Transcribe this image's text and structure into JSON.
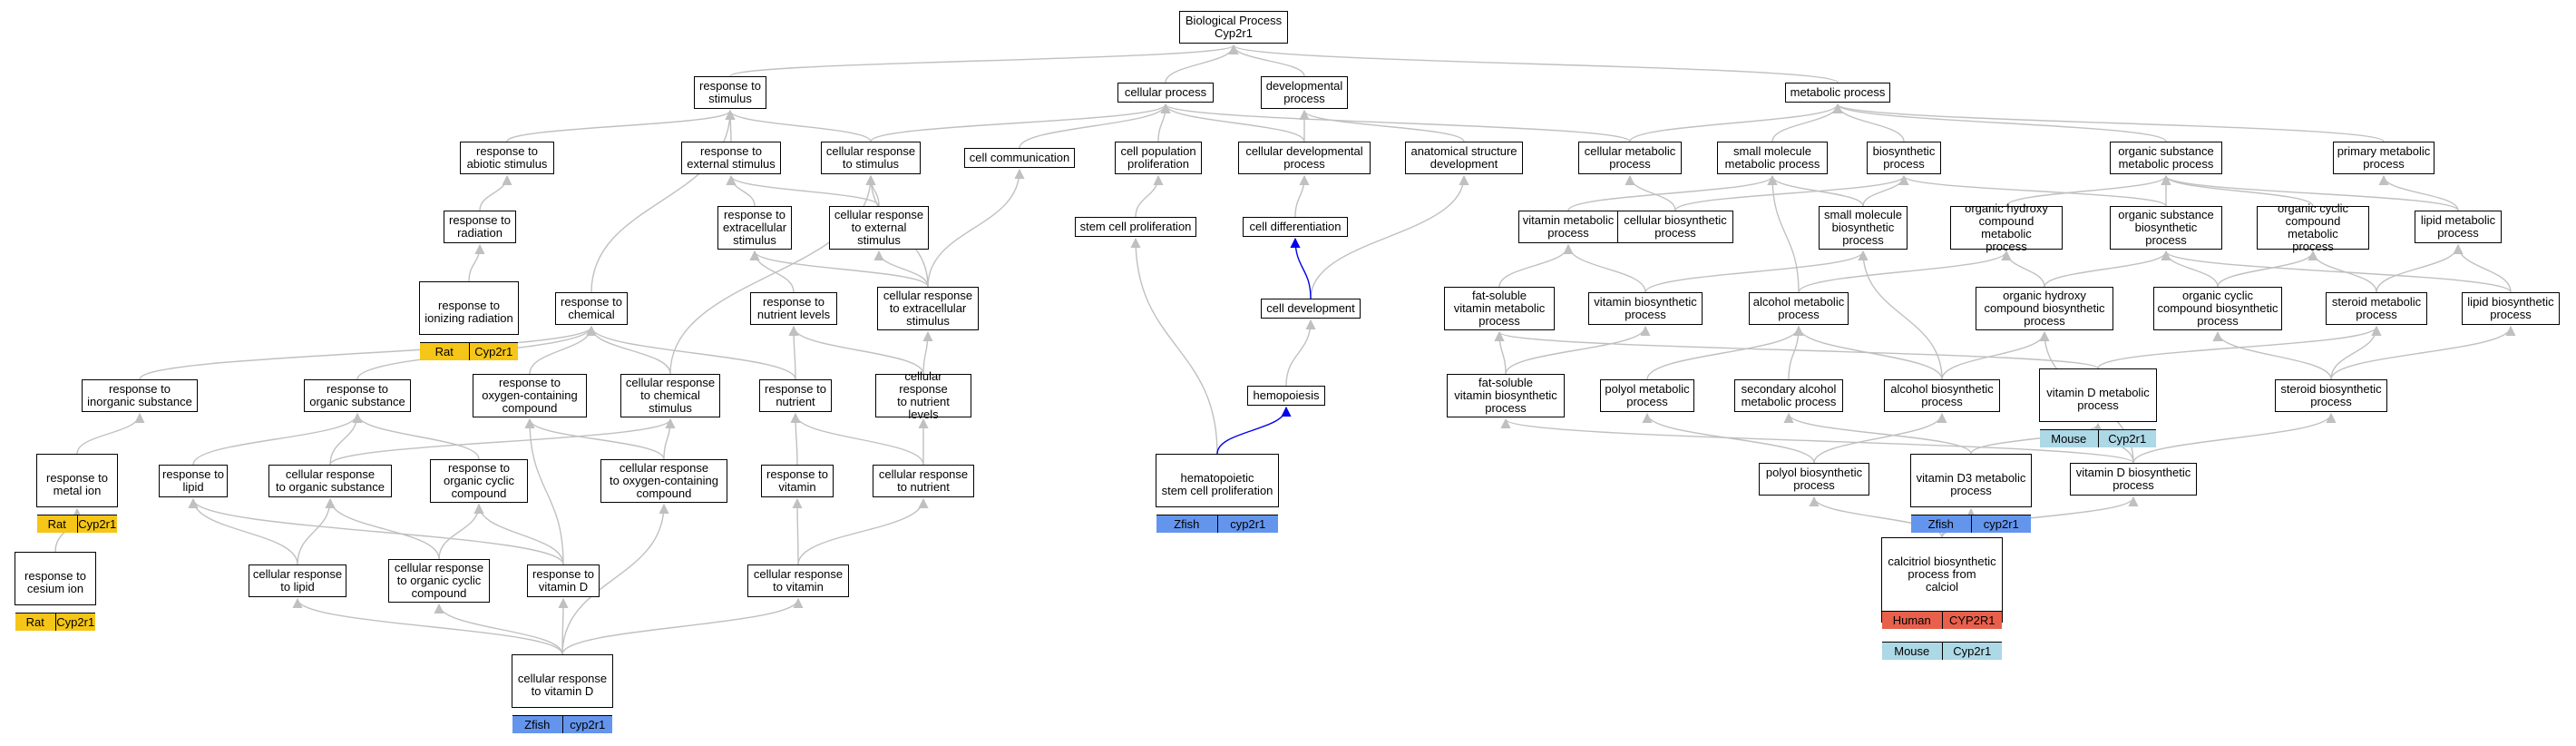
{
  "colors": {
    "edge_gray": "#c0c0c0",
    "edge_blue": "#0000ee",
    "rat": "#f5c518",
    "zfish": "#6495ed",
    "human": "#e8604c",
    "mouse": "#add8e6"
  },
  "nodes": {
    "bp": "Biological Process\nCyp2r1",
    "response_to_stimulus": "response to\nstimulus",
    "cellular_process": "cellular process",
    "developmental_process": "developmental\nprocess",
    "metabolic_process": "metabolic process",
    "response_to_abiotic_stimulus": "response to\nabiotic stimulus",
    "response_to_external_stimulus": "response to\nexternal stimulus",
    "cellular_response_to_stimulus": "cellular response\nto stimulus",
    "cell_communication": "cell communication",
    "cell_population_proliferation": "cell population\nproliferation",
    "cellular_developmental_process": "cellular developmental\nprocess",
    "anatomical_structure_development": "anatomical structure\ndevelopment",
    "cellular_metabolic_process": "cellular metabolic\nprocess",
    "small_molecule_metabolic_process": "small molecule\nmetabolic process",
    "biosynthetic_process": "biosynthetic\nprocess",
    "organic_substance_metabolic_process": "organic substance\nmetabolic process",
    "primary_metabolic_process": "primary metabolic\nprocess",
    "response_to_radiation": "response to\nradiation",
    "response_to_extracellular_stimulus": "response to\nextracellular\nstimulus",
    "cellular_response_to_external_stimulus": "cellular response\nto external\nstimulus",
    "stem_cell_proliferation": "stem cell proliferation",
    "cell_differentiation": "cell differentiation",
    "vitamin_metabolic_process": "vitamin metabolic\nprocess",
    "cellular_biosynthetic_process": "cellular biosynthetic\nprocess",
    "small_molecule_biosynthetic_process": "small molecule\nbiosynthetic\nprocess",
    "organic_hydroxy_compound_metabolic_process": "organic hydroxy\ncompound metabolic\nprocess",
    "organic_substance_biosynthetic_process": "organic substance\nbiosynthetic\nprocess",
    "organic_cyclic_compound_metabolic_process": "organic cyclic\ncompound metabolic\nprocess",
    "lipid_metabolic_process": "lipid metabolic\nprocess",
    "response_to_ionizing_radiation": "response to\nionizing radiation",
    "response_to_chemical": "response to\nchemical",
    "response_to_nutrient_levels": "response to\nnutrient levels",
    "cellular_response_to_extracellular_stimulus": "cellular response\nto extracellular\nstimulus",
    "cell_development": "cell development",
    "fat_soluble_vitamin_metabolic_process": "fat-soluble\nvitamin metabolic\nprocess",
    "vitamin_biosynthetic_process": "vitamin biosynthetic\nprocess",
    "alcohol_metabolic_process": "alcohol metabolic\nprocess",
    "organic_hydroxy_compound_biosynthetic_process": "organic hydroxy\ncompound biosynthetic\nprocess",
    "organic_cyclic_compound_biosynthetic_process": "organic cyclic\ncompound biosynthetic\nprocess",
    "steroid_metabolic_process": "steroid metabolic\nprocess",
    "lipid_biosynthetic_process": "lipid biosynthetic\nprocess",
    "response_to_inorganic_substance": "response to\ninorganic substance",
    "response_to_organic_substance": "response to\norganic substance",
    "response_to_oxygen_containing_compound": "response to\noxygen-containing\ncompound",
    "cellular_response_to_chemical_stimulus": "cellular response\nto chemical\nstimulus",
    "response_to_nutrient": "response to\nnutrient",
    "cellular_response_to_nutrient_levels": "cellular response\nto nutrient\nlevels",
    "hemopoiesis": "hemopoiesis",
    "fat_soluble_vitamin_biosynthetic_process": "fat-soluble\nvitamin biosynthetic\nprocess",
    "polyol_metabolic_process": "polyol metabolic\nprocess",
    "secondary_alcohol_metabolic_process": "secondary alcohol\nmetabolic process",
    "alcohol_biosynthetic_process": "alcohol biosynthetic\nprocess",
    "steroid_biosynthetic_process": "steroid biosynthetic\nprocess",
    "response_to_metal_ion": "response to\nmetal ion",
    "response_to_lipid": "response to\nlipid",
    "cellular_response_to_organic_substance": "cellular response\nto organic substance",
    "response_to_organic_cyclic_compound": "response to\norganic cyclic\ncompound",
    "cellular_response_to_oxygen_containing_compound": "cellular response\nto oxygen-containing\ncompound",
    "response_to_vitamin": "response to\nvitamin",
    "cellular_response_to_nutrient": "cellular response\nto nutrient",
    "hematopoietic_stem_cell_proliferation": "hematopoietic\nstem cell proliferation",
    "polyol_biosynthetic_process": "polyol biosynthetic\nprocess",
    "vitamin_d_metabolic_process": "vitamin D metabolic\nprocess",
    "vitamin_d3_metabolic_process": "vitamin D3 metabolic\nprocess",
    "vitamin_d_biosynthetic_process": "vitamin D biosynthetic\nprocess",
    "response_to_cesium_ion": "response to\ncesium ion",
    "cellular_response_to_lipid": "cellular response\nto lipid",
    "cellular_response_to_organic_cyclic_compound": "cellular response\nto organic cyclic\ncompound",
    "response_to_vitamin_d": "response to\nvitamin D",
    "cellular_response_to_vitamin": "cellular response\nto vitamin",
    "calcitriol_biosynthetic_process": "calcitriol biosynthetic\nprocess from\ncalciol",
    "cellular_response_to_vitamin_d": "cellular response\nto vitamin D"
  },
  "annotations": {
    "response_to_ionizing_radiation": [
      {
        "species": "Rat",
        "gene": "Cyp2r1",
        "color": "#f5c518"
      }
    ],
    "response_to_metal_ion": [
      {
        "species": "Rat",
        "gene": "Cyp2r1",
        "color": "#f5c518"
      }
    ],
    "response_to_cesium_ion": [
      {
        "species": "Rat",
        "gene": "Cyp2r1",
        "color": "#f5c518"
      }
    ],
    "hematopoietic_stem_cell_proliferation": [
      {
        "species": "Zfish",
        "gene": "cyp2r1",
        "color": "#6495ed"
      }
    ],
    "cellular_response_to_vitamin_d": [
      {
        "species": "Zfish",
        "gene": "cyp2r1",
        "color": "#6495ed"
      }
    ],
    "vitamin_d_metabolic_process": [
      {
        "species": "Mouse",
        "gene": "Cyp2r1",
        "color": "#add8e6"
      }
    ],
    "vitamin_d3_metabolic_process": [
      {
        "species": "Zfish",
        "gene": "cyp2r1",
        "color": "#6495ed"
      }
    ],
    "calcitriol_biosynthetic_process": [
      {
        "species": "Human",
        "gene": "CYP2R1",
        "color": "#e8604c"
      },
      {
        "species": "Mouse",
        "gene": "Cyp2r1",
        "color": "#add8e6"
      }
    ]
  }
}
